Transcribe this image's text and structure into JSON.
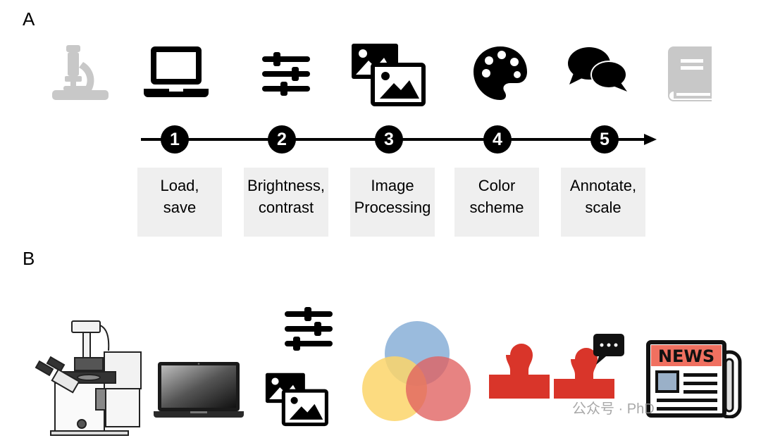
{
  "panels": {
    "a_label": "A",
    "b_label": "B"
  },
  "steps": [
    {
      "num": "1",
      "line1": "Load,",
      "line2": "save"
    },
    {
      "num": "2",
      "line1": "Brightness,",
      "line2": "contrast"
    },
    {
      "num": "3",
      "line1": "Image",
      "line2": "Processing"
    },
    {
      "num": "4",
      "line1": "Color",
      "line2": "scheme"
    },
    {
      "num": "5",
      "line1": "Annotate,",
      "line2": "scale"
    }
  ],
  "panel_b": {
    "news_text": "NEWS"
  },
  "watermark": "公众号 · PhD",
  "icons": {
    "top_row": [
      "microscope-icon",
      "laptop-icon",
      "sliders-icon",
      "images-icon",
      "palette-icon",
      "comments-icon",
      "book-icon"
    ],
    "bottom_row": [
      "inverted-microscope-icon",
      "laptop-icon",
      "sliders-icon",
      "images-icon",
      "color-venn-icon",
      "stamps-icon",
      "newspaper-icon"
    ]
  },
  "colors": {
    "faded_gray": "#c8c8c8",
    "step_box": "#efefef",
    "blue": "#8fb4d9",
    "yellow": "#fbd56a",
    "red": "#e0605f",
    "stamp_red": "#d9352a",
    "news_red": "#f07060"
  }
}
